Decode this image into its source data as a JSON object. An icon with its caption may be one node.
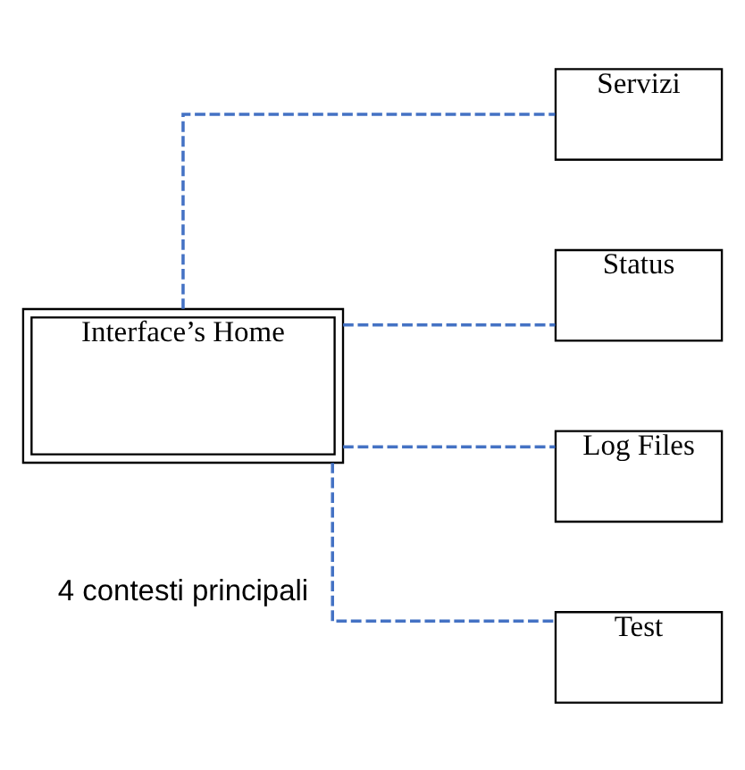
{
  "diagram": {
    "nodes": [
      {
        "text": [
          "Interface’s Home"
        ]
      },
      {
        "text": [
          "Servizi"
        ]
      },
      {
        "text": [
          "Status"
        ]
      },
      {
        "text": [
          "Log Files"
        ]
      },
      {
        "text": [
          "Test"
        ]
      }
    ],
    "edges": [
      {
        "from": 0,
        "to": 1,
        "arrow": "none",
        "style": "dashed"
      },
      {
        "from": 0,
        "to": 2,
        "arrow": "none",
        "style": "dashed"
      },
      {
        "from": 0,
        "to": 3,
        "arrow": "none",
        "style": "dashed"
      },
      {
        "from": 0,
        "to": 4,
        "arrow": "none",
        "style": "dashed"
      }
    ],
    "labels": [
      "4 contesti principali"
    ]
  }
}
